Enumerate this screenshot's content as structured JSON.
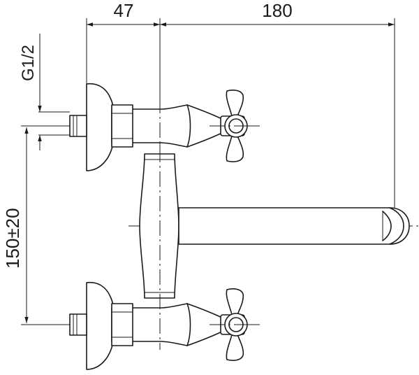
{
  "dimensions": {
    "width_offset": "47",
    "spout_length": "180",
    "thread_size": "G1/2",
    "inlet_spacing": "150±20"
  }
}
